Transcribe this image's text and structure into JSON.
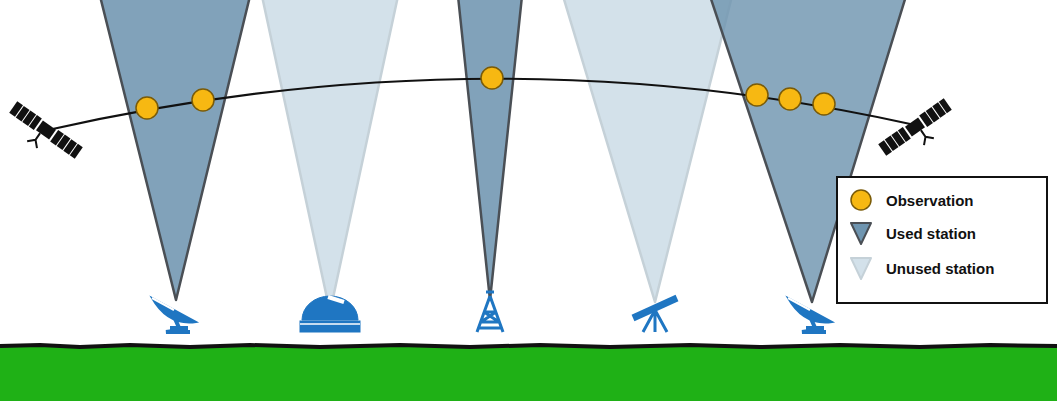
{
  "diagram": {
    "legend": [
      {
        "text": "Observation"
      },
      {
        "text": "Used station"
      },
      {
        "text": "Unused station"
      }
    ]
  }
}
